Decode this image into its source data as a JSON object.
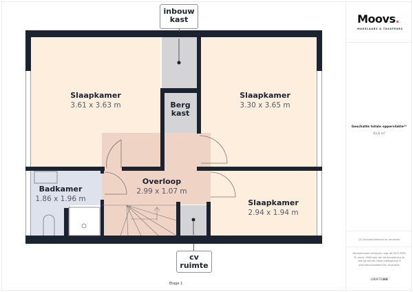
{
  "floor_label": "Etage 1",
  "colors": {
    "bedroom": "#fdeedd",
    "landing": "#efd3c4",
    "bathroom": "#dde2ec",
    "storage": "#d4d4d6",
    "wall": "#1b2230",
    "brand_accent": "#e8508a"
  },
  "rooms": [
    {
      "name": "Slaapkamer",
      "dimensions": "3.61 x 3.63 m"
    },
    {
      "name": "Slaapkamer",
      "dimensions": "3.30 x 3.65 m"
    },
    {
      "name": "Berg\nkast",
      "dimensions": ""
    },
    {
      "name": "Overloop",
      "dimensions": "2.99 x 1.07 m"
    },
    {
      "name": "Badkamer",
      "dimensions": "1.86 x 1.96 m"
    },
    {
      "name": "Slaapkamer",
      "dimensions": "2.94 x 1.94 m"
    }
  ],
  "berg_kast": {
    "line1": "Berg",
    "line2": "kast"
  },
  "callouts": {
    "top": {
      "line1": "inbouw",
      "line2": "kast"
    },
    "bottom": {
      "line1": "cv",
      "line2": "ruimte"
    }
  },
  "sidebar": {
    "brand": "Moovs",
    "brand_dot": ".",
    "tagline": "MAKELAARS & TAXATEURS",
    "area_label": "Geschatte totale oppervlakte⁽¹⁾",
    "area_value": "41.6 m²",
    "note": "(1) Exclusief balkons en terrassen",
    "disclaimer": "Berekeningen verwijzen naar de RICS IPMS 3C-norm. Metingen zijn bij benadering en niet op schaal. Deze plattegrond is uitsluitend bedoeld ter illustratie.",
    "giraffe_prefix": "GIRAFFE",
    "giraffe_suffix": "360"
  }
}
